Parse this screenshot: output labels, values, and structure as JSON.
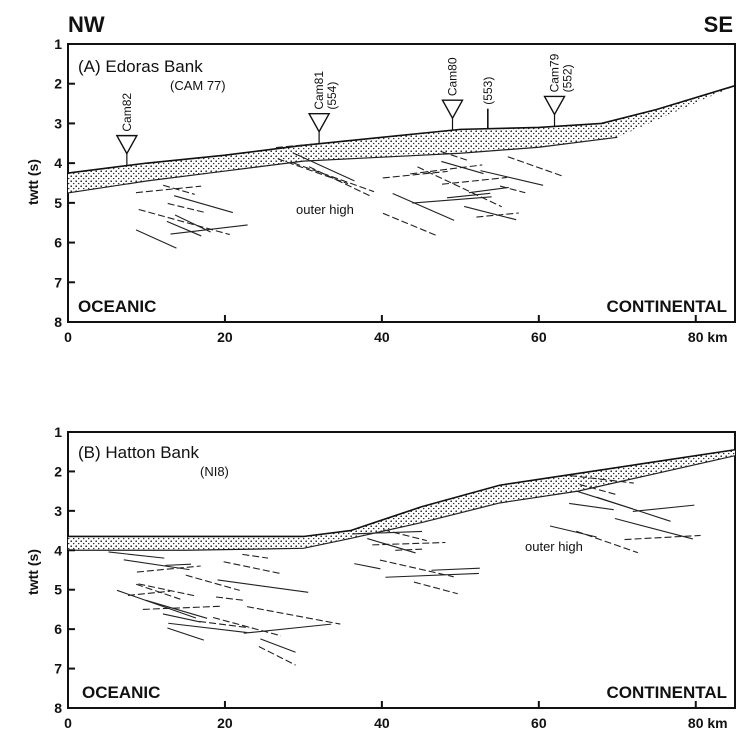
{
  "header": {
    "left": "NW",
    "right": "SE"
  },
  "panels": [
    {
      "title": "(A) Edoras Bank",
      "subtitle": "(CAM 77)",
      "y_label": "twtt (s)",
      "y_ticks": [
        "1",
        "2",
        "3",
        "4",
        "5",
        "6",
        "7",
        "8"
      ],
      "x_ticks": [
        "0",
        "20",
        "40",
        "60",
        "80 km"
      ],
      "left_label": "OCEANIC",
      "right_label": "CONTINENTAL",
      "annotation": "outer high",
      "wells": [
        {
          "label": "Cam82",
          "km": 7.5
        },
        {
          "label": "Cam81",
          "sub": "(554)",
          "km": 32
        },
        {
          "label": "Cam80",
          "km": 49
        },
        {
          "label": "(553)",
          "km": 53.5
        },
        {
          "label": "Cam79",
          "sub": "(552)",
          "km": 62
        }
      ],
      "seafloor": [
        [
          0,
          4.25
        ],
        [
          10,
          4.0
        ],
        [
          20,
          3.8
        ],
        [
          30,
          3.55
        ],
        [
          40,
          3.35
        ],
        [
          50,
          3.15
        ],
        [
          60,
          3.1
        ],
        [
          68,
          3.0
        ],
        [
          75,
          2.65
        ],
        [
          85,
          2.05
        ]
      ],
      "base_sediment": [
        [
          0,
          4.75
        ],
        [
          10,
          4.45
        ],
        [
          20,
          4.2
        ],
        [
          30,
          3.95
        ],
        [
          40,
          3.85
        ],
        [
          50,
          3.75
        ],
        [
          60,
          3.6
        ],
        [
          70,
          3.35
        ]
      ]
    },
    {
      "title": "(B) Hatton Bank",
      "subtitle": "(NI8)",
      "y_label": "twtt (s)",
      "y_ticks": [
        "1",
        "2",
        "3",
        "4",
        "5",
        "6",
        "7",
        "8"
      ],
      "x_ticks": [
        "0",
        "20",
        "40",
        "60",
        "80 km"
      ],
      "left_label": "OCEANIC",
      "right_label": "CONTINENTAL",
      "annotation": "outer high",
      "seafloor": [
        [
          0,
          3.65
        ],
        [
          15,
          3.65
        ],
        [
          30,
          3.65
        ],
        [
          36,
          3.5
        ],
        [
          45,
          2.9
        ],
        [
          55,
          2.35
        ],
        [
          65,
          2.05
        ],
        [
          75,
          1.75
        ],
        [
          85,
          1.45
        ]
      ],
      "base_sediment": [
        [
          0,
          4.0
        ],
        [
          15,
          4.0
        ],
        [
          30,
          3.95
        ],
        [
          36,
          3.7
        ],
        [
          45,
          3.3
        ],
        [
          55,
          2.8
        ],
        [
          65,
          2.5
        ],
        [
          75,
          2.05
        ],
        [
          85,
          1.6
        ]
      ]
    }
  ]
}
